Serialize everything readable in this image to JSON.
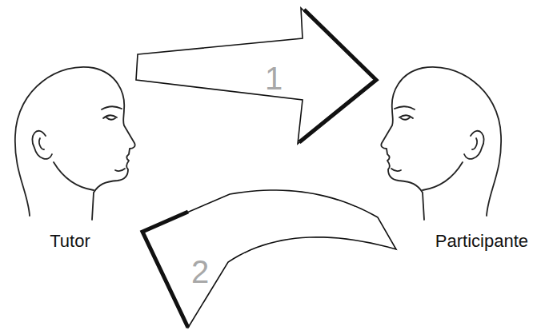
{
  "diagram": {
    "nodes": [
      {
        "text": [
          "Tutor"
        ]
      },
      {
        "text": [
          "Participante"
        ]
      }
    ],
    "edges": [
      {
        "from": 0,
        "to": 1,
        "arrow": "to",
        "label": "1"
      },
      {
        "from": 1,
        "to": 0,
        "arrow": "to",
        "label": "2"
      }
    ]
  }
}
